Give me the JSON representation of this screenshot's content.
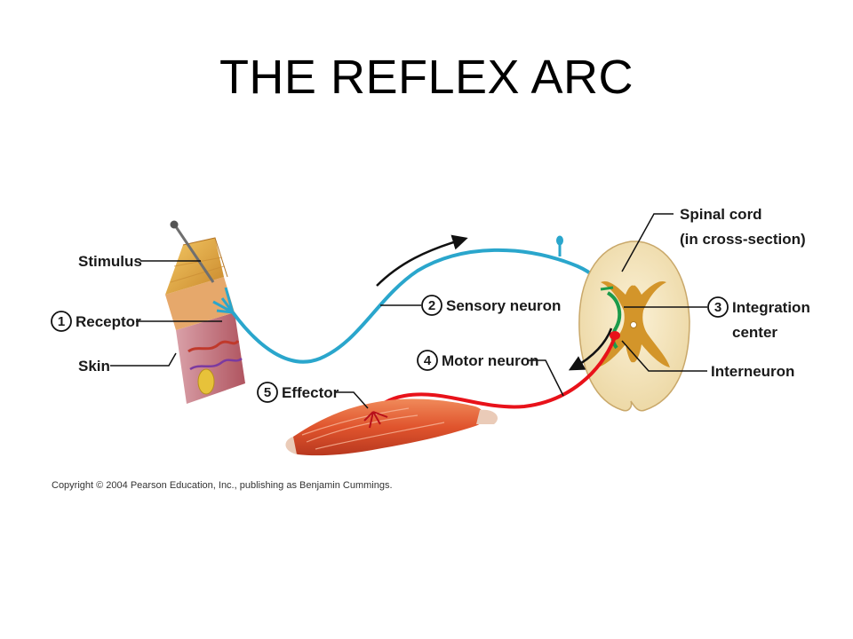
{
  "title": "THE REFLEX ARC",
  "labels": {
    "stimulus": "Stimulus",
    "receptor": "Receptor",
    "skin": "Skin",
    "sensory_neuron": "Sensory neuron",
    "motor_neuron": "Motor neuron",
    "effector": "Effector",
    "spinal_cord_line1": "Spinal cord",
    "spinal_cord_line2": "(in cross-section)",
    "integration_line1": "Integration",
    "integration_line2": "center",
    "interneuron": "Interneuron"
  },
  "steps": {
    "receptor": "1",
    "sensory": "2",
    "integration": "3",
    "motor": "4",
    "effector": "5"
  },
  "copyright": "Copyright © 2004 Pearson Education, Inc., publishing as Benjamin Cummings.",
  "colors": {
    "sensory": "#2aa6cc",
    "motor": "#e8121a",
    "interneuron": "#1b9b4b",
    "gray_matter": "#d3952a",
    "white_matter": "#f6e7c3",
    "muscle": "#e0542d",
    "skin_top": "#e2a53c"
  }
}
